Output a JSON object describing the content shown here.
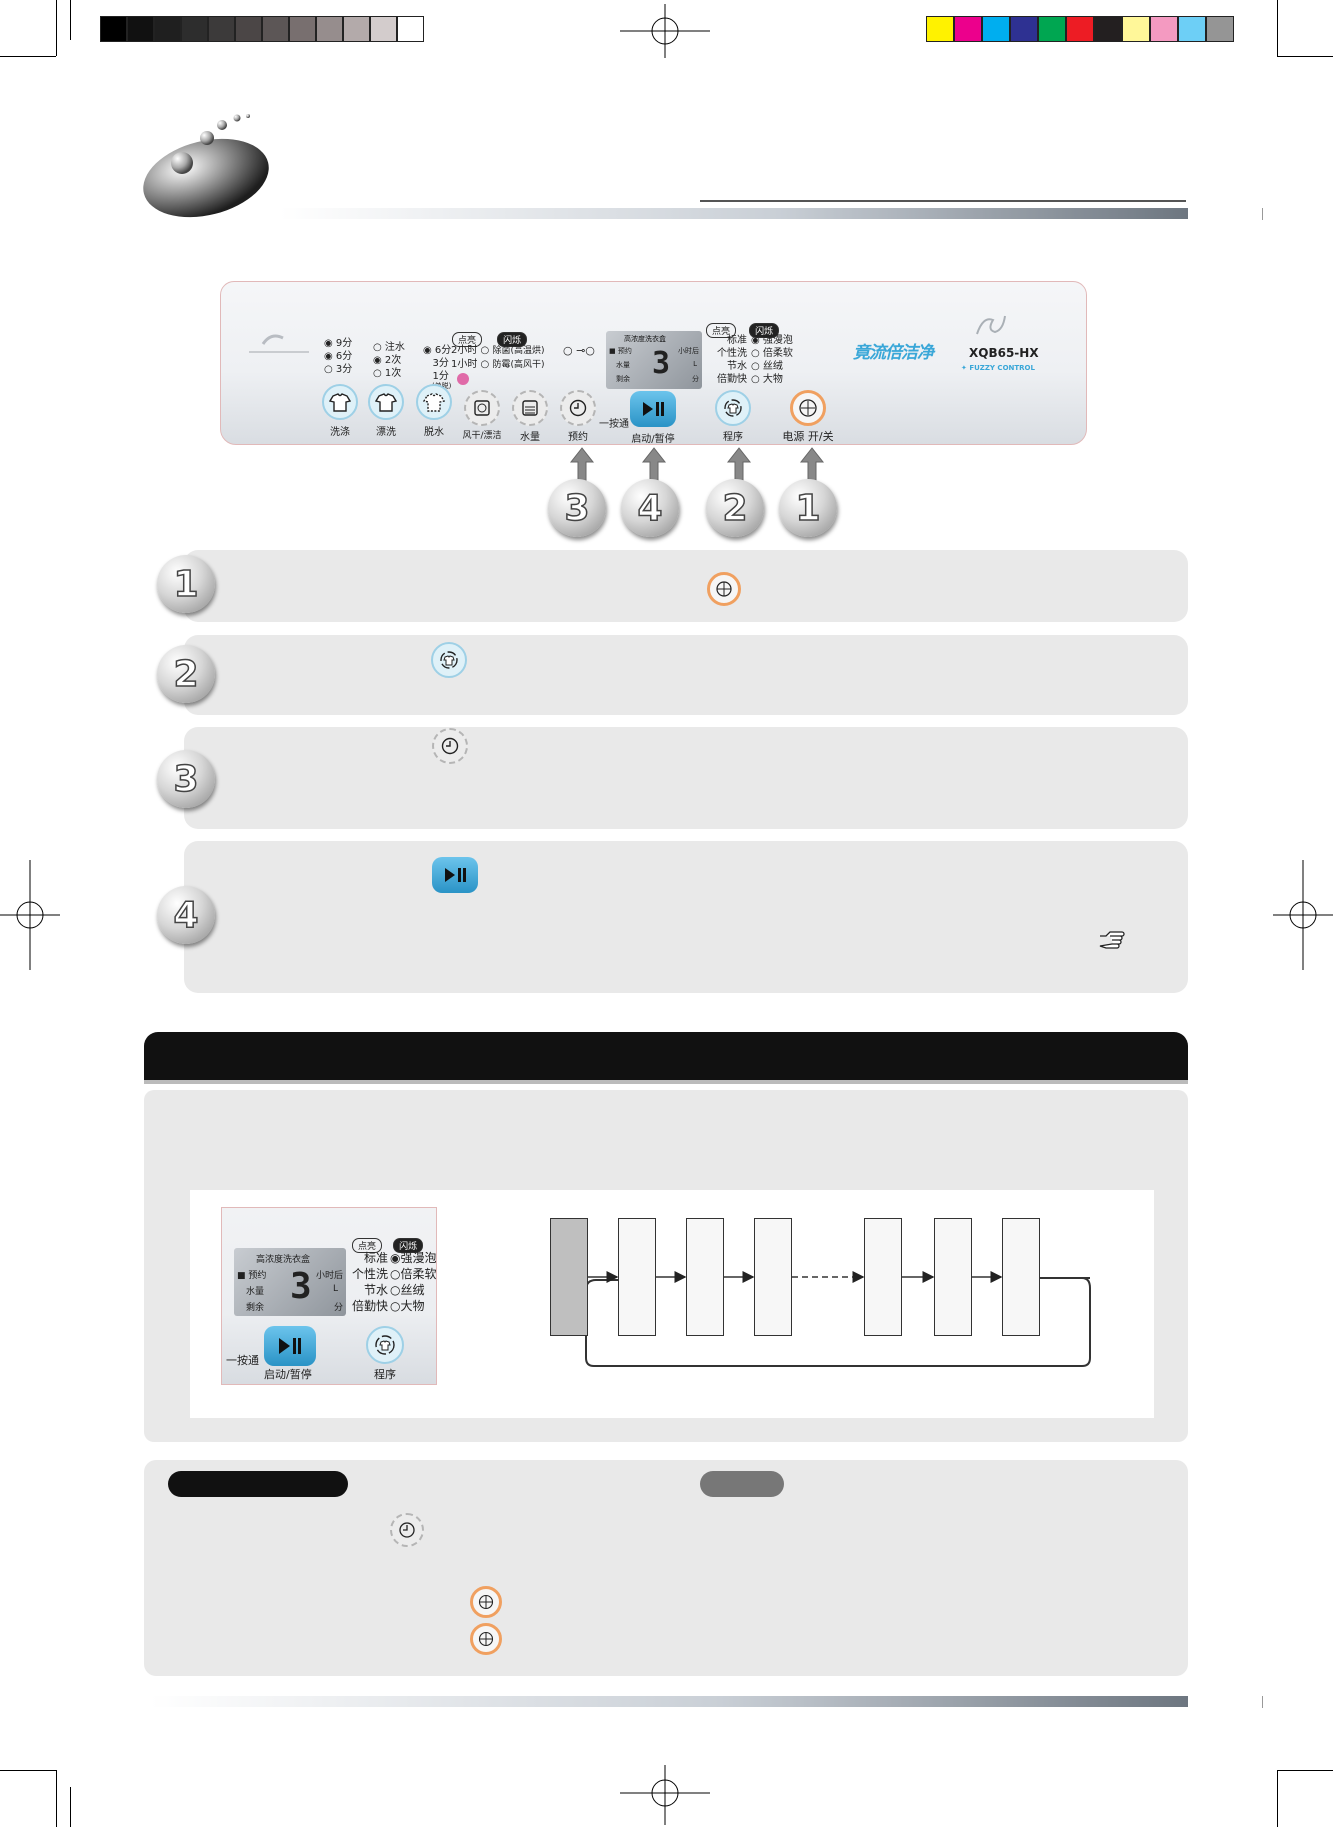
{
  "control_panel": {
    "model": "XQB65-HX",
    "brand_slogan": "竟流倍洁净",
    "fuzzy_label": "FUZZY CONTROL",
    "wash_times": [
      "9分",
      "6分",
      "3分"
    ],
    "rinse_options": [
      "注水",
      "2次",
      "1次"
    ],
    "spin_options": [
      "6分",
      "3分",
      "1分"
    ],
    "spin_note": "(单脱)",
    "tag_lit": "点亮",
    "tag_flash": "闪烁",
    "special_options": [
      "2小时",
      "1小时"
    ],
    "special_modes": [
      "除菌(高温烘)",
      "防霉(高风干)"
    ],
    "display": {
      "top": "高浓度洗衣盒",
      "reserve": "预约",
      "hours": "小时后",
      "water": "水量",
      "remain": "剩余",
      "digit": "3",
      "liter": "L",
      "minute": "分"
    },
    "programs": [
      "标准",
      "个性洗",
      "节水",
      "倍勤快"
    ],
    "programs_right": [
      "强漫泡",
      "倍柔软",
      "丝绒",
      "大物"
    ],
    "one_touch": "一按通",
    "buttons": [
      "洗涤",
      "漂洗",
      "脱水",
      "风干/漂洁",
      "水量",
      "预约",
      "启动/暂停",
      "程序",
      "电源 开/关"
    ],
    "callouts": [
      "3",
      "4",
      "2",
      "1"
    ]
  },
  "steps": [
    "1",
    "2",
    "3",
    "4"
  ],
  "flow_panel": {
    "display": {
      "top": "高浓度洗衣盒",
      "reserve": "预约",
      "hours": "小时后",
      "water": "水量",
      "remain": "剩余",
      "digit": "3",
      "liter": "L",
      "minute": "分"
    },
    "tag_lit": "点亮",
    "tag_flash": "闪烁",
    "programs": [
      "标准",
      "个性洗",
      "节水",
      "倍勤快"
    ],
    "programs_right": [
      "强漫泡",
      "倍柔软",
      "丝绒",
      "大物"
    ],
    "one_touch": "一按通",
    "start_label": "启动/暂停",
    "program_label": "程序"
  },
  "colors": {
    "accent_blue": "#3aa7d8",
    "power_orange": "#f0a060",
    "heading_black": "#111111"
  }
}
